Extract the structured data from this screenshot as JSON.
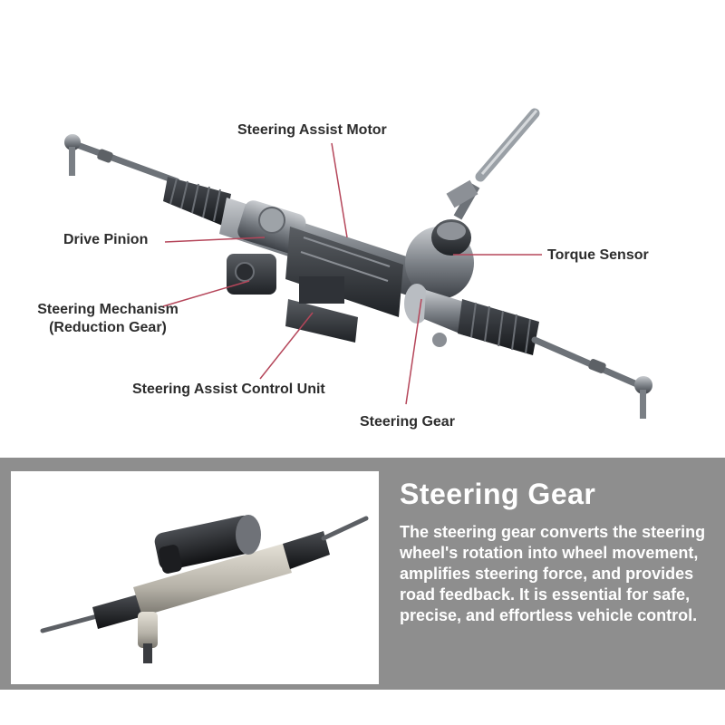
{
  "diagram": {
    "labels": {
      "steering_assist_motor": "Steering Assist Motor",
      "drive_pinion": "Drive Pinion",
      "torque_sensor": "Torque Sensor",
      "steering_mechanism_line1": "Steering Mechanism",
      "steering_mechanism_line2": "(Reduction Gear)",
      "steering_assist_control_unit": "Steering Assist Control Unit",
      "steering_gear": "Steering Gear"
    },
    "leader_line_color": "#b5465a"
  },
  "info_panel": {
    "title": "Steering Gear",
    "description": "The steering gear converts the steering wheel's rotation into wheel movement, amplifies steering force, and provides road feedback. It is essential for safe, precise, and effortless vehicle control."
  }
}
